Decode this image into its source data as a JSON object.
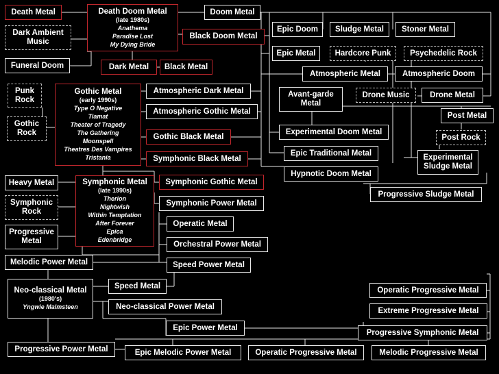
{
  "nodes": {
    "death_metal": {
      "label": "Death Metal"
    },
    "death_doom_metal": {
      "label": "Death Doom Metal",
      "period": "(late 1980s)",
      "bands": [
        "Anathema",
        "Paradise Lost",
        "My Dying Bride"
      ]
    },
    "doom_metal": {
      "label": "Doom Metal"
    },
    "dark_ambient_music": {
      "label": "Dark Ambient Music"
    },
    "black_doom_metal": {
      "label": "Black Doom Metal"
    },
    "epic_doom": {
      "label": "Epic Doom"
    },
    "sludge_metal": {
      "label": "Sludge Metal"
    },
    "stoner_metal": {
      "label": "Stoner Metal"
    },
    "funeral_doom": {
      "label": "Funeral Doom"
    },
    "dark_metal": {
      "label": "Dark Metal"
    },
    "black_metal": {
      "label": "Black Metal"
    },
    "epic_metal": {
      "label": "Epic Metal"
    },
    "hardcore_punk": {
      "label": "Hardcore Punk"
    },
    "psychedelic_rock": {
      "label": "Psychedelic Rock"
    },
    "atmospheric_metal": {
      "label": "Atmospheric Metal"
    },
    "atmospheric_doom": {
      "label": "Atmospheric Doom"
    },
    "punk_rock": {
      "label": "Punk Rock"
    },
    "gothic_metal": {
      "label": "Gothic Metal",
      "period": "(early 1990s)",
      "bands": [
        "Type O Negative",
        "Tiamat",
        "Theater of Tragedy",
        "The Gathering",
        "Moonspell",
        "Theatres Des Vampires",
        "Tristania"
      ]
    },
    "atmospheric_dark_metal": {
      "label": "Atmospheric Dark Metal"
    },
    "avant_garde_metal": {
      "label": "Avant-garde Metal"
    },
    "drone_music": {
      "label": "Drone Music"
    },
    "drone_metal": {
      "label": "Drone Metal"
    },
    "gothic_rock": {
      "label": "Gothic Rock"
    },
    "atmospheric_gothic_metal": {
      "label": "Atmospheric Gothic Metal"
    },
    "post_metal": {
      "label": "Post Metal"
    },
    "experimental_doom_metal": {
      "label": "Experimental Doom Metal"
    },
    "gothic_black_metal": {
      "label": "Gothic Black Metal"
    },
    "post_rock": {
      "label": "Post Rock"
    },
    "epic_traditional_metal": {
      "label": "Epic Traditional Metal"
    },
    "experimental_sludge_metal": {
      "label": "Experimental Sludge Metal"
    },
    "symphonic_black_metal": {
      "label": "Symphonic Black Metal"
    },
    "hypnotic_doom_metal": {
      "label": "Hypnotic Doom Metal"
    },
    "heavy_metal": {
      "label": "Heavy Metal"
    },
    "symphonic_metal": {
      "label": "Symphonic Metal",
      "period": "(late 1990s)",
      "bands": [
        "Therion",
        "Nightwish",
        "Within Temptation",
        "After Forever",
        "Epica",
        "Edenbridge"
      ]
    },
    "symphonic_gothic_metal": {
      "label": "Symphonic Gothic Metal"
    },
    "progressive_sludge_metal": {
      "label": "Progressive Sludge Metal"
    },
    "symphonic_rock": {
      "label": "Symphonic Rock"
    },
    "symphonic_power_metal": {
      "label": "Symphonic Power Metal"
    },
    "operatic_metal": {
      "label": "Operatic Metal"
    },
    "progressive_metal": {
      "label": "Progressive Metal"
    },
    "orchestral_power_metal": {
      "label": "Orchestral Power Metal"
    },
    "melodic_power_metal": {
      "label": "Melodic Power Metal"
    },
    "speed_power_metal": {
      "label": "Speed Power Metal"
    },
    "neo_classical_metal": {
      "label": "Neo-classical Metal",
      "period": "(1980's)",
      "bands": [
        "Yngwie Malmsteen"
      ]
    },
    "speed_metal": {
      "label": "Speed Metal"
    },
    "operatic_progressive_metal_right": {
      "label": "Operatic Progressive Metal"
    },
    "neo_classical_power_metal": {
      "label": "Neo-classical Power Metal"
    },
    "extreme_progressive_metal": {
      "label": "Extreme Progressive Metal"
    },
    "epic_power_metal": {
      "label": "Epic Power Metal"
    },
    "progressive_symphonic_metal": {
      "label": "Progressive Symphonic Metal"
    },
    "progressive_power_metal": {
      "label": "Progressive Power Metal"
    },
    "epic_melodic_power_metal": {
      "label": "Epic Melodic Power Metal"
    },
    "operatic_progressive_metal_bottom": {
      "label": "Operatic Progressive Metal"
    },
    "melodic_progressive_metal": {
      "label": "Melodic Progressive Metal"
    }
  }
}
